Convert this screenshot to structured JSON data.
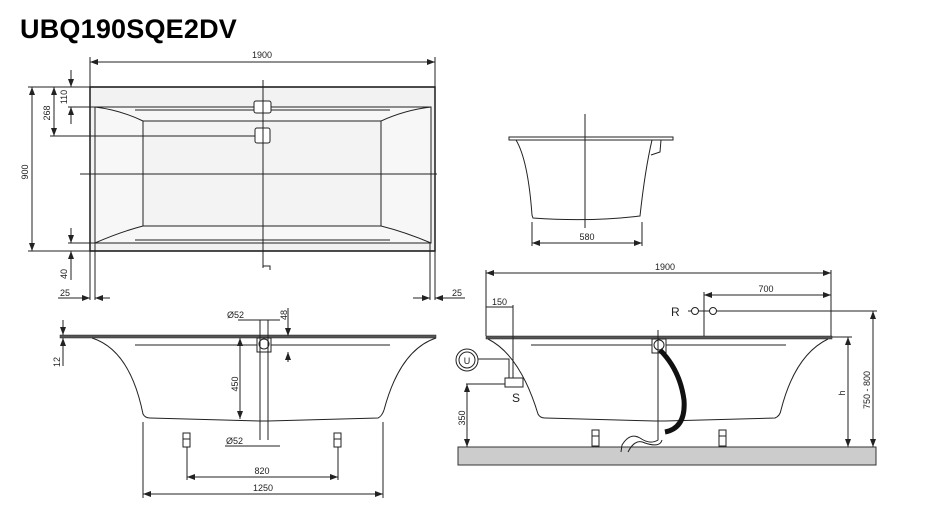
{
  "title": "UBQ190SQE2DV",
  "top_view": {
    "length": "1900",
    "width": "900",
    "overflow_offset": "268",
    "rim_top": "110",
    "rim_bottom": "40",
    "edge_left": "25",
    "edge_right": "25"
  },
  "end_view": {
    "base_width": "580"
  },
  "side_view_left": {
    "overflow_diameter": "Ø52",
    "overflow_height": "48",
    "rim_thickness": "12",
    "depth": "450",
    "drain_diameter": "Ø52",
    "feet_spacing": "820",
    "base_length": "1250"
  },
  "side_view_right": {
    "length": "1900",
    "tap_offset": "700",
    "waste_offset": "150",
    "tap_label": "R",
    "siphon_label": "S",
    "drain_label": "U",
    "siphon_height": "350",
    "height_label": "h",
    "total_height": "750 - 800"
  }
}
